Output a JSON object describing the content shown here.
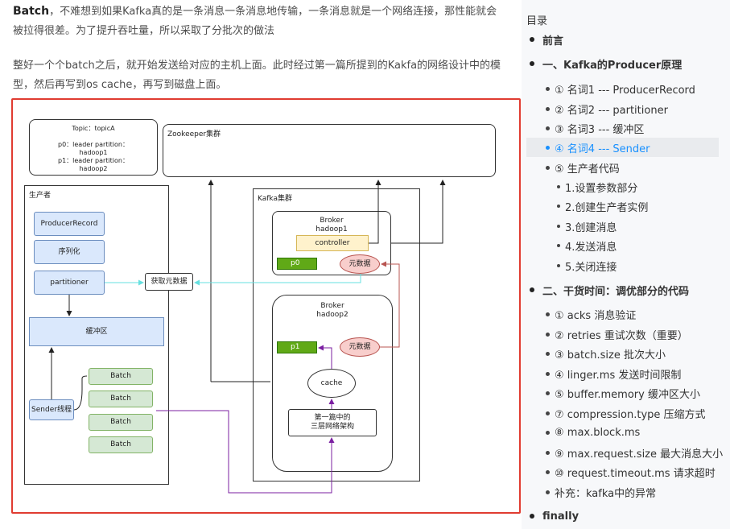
{
  "article": {
    "p1_bold": "Batch",
    "p1_text": "，不难想到如果Kafka真的是一条消息一条消息地传输，一条消息就是一个网络连接，那性能就会被拉得很差。为了提升吞吐量，所以采取了分批次的做法",
    "p2_text": "整好一个个batch之后，就开始发送给对应的主机上面。此时经过第一篇所提到的Kakfa的网络设计中的模型，然后再写到os cache，再写到磁盘上面。"
  },
  "diagram": {
    "topic_lines": [
      "Topic：topicA",
      "",
      "p0：leader partition：",
      "hadoop1",
      "p1：leader partition：",
      "hadoop2"
    ],
    "zookeeper": "Zookeeper集群",
    "producer": "生产者",
    "producer_record": "ProducerRecord",
    "serializer": "序列化",
    "partitioner": "partitioner",
    "fetch_meta": "获取元数据",
    "buffer": "缓冲区",
    "sender": "Sender线程",
    "batch": "Batch",
    "kafka_cluster": "Kafka集群",
    "broker1": "Broker\nhadoop1",
    "broker2": "Broker\nhadoop2",
    "controller": "controller",
    "p0": "p0",
    "p1": "p1",
    "metadata": "元数据",
    "cache": "cache",
    "network": "第一篇中的\n三层网络架构"
  },
  "toc": {
    "title": "目录",
    "items": [
      {
        "level": 1,
        "label": "前言"
      },
      {
        "level": 1,
        "label": "一、Kafka的Producer原理"
      },
      {
        "level": 2,
        "label": "① 名词1 --- ProducerRecord"
      },
      {
        "level": 2,
        "label": "② 名词2 --- partitioner"
      },
      {
        "level": 2,
        "label": "③ 名词3 --- 缓冲区"
      },
      {
        "level": 2,
        "label": "④ 名词4 --- Sender",
        "active": true
      },
      {
        "level": 2,
        "label": "⑤ 生产者代码"
      },
      {
        "level": 3,
        "label": "1.设置参数部分"
      },
      {
        "level": 3,
        "label": "2.创建生产者实例"
      },
      {
        "level": 3,
        "label": "3.创建消息"
      },
      {
        "level": 3,
        "label": "4.发送消息"
      },
      {
        "level": 3,
        "label": "5.关闭连接"
      },
      {
        "level": 1,
        "label": "二、干货时间：调优部分的代码"
      },
      {
        "level": 2,
        "label": "① acks 消息验证"
      },
      {
        "level": 2,
        "label": "② retries 重试次数（重要）"
      },
      {
        "level": 2,
        "label": "③ batch.size 批次大小"
      },
      {
        "level": 2,
        "label": "④ linger.ms 发送时间限制"
      },
      {
        "level": 2,
        "label": "⑤ buffer.memory 缓冲区大小"
      },
      {
        "level": 2,
        "label": "⑦ compression.type 压缩方式"
      },
      {
        "level": 2,
        "label": "⑧ max.block.ms"
      },
      {
        "level": 2,
        "label": "⑨ max.request.size 最大消息大小"
      },
      {
        "level": 2,
        "label": "⑩ request.timeout.ms 请求超时"
      },
      {
        "level": 2,
        "label": "补充：kafka中的异常"
      },
      {
        "level": 1,
        "label": "finally"
      }
    ]
  },
  "colors": {
    "highlight_border": "#e03c31",
    "toc_active": "#1890ff",
    "arrow_cyan": "#66e0e0",
    "arrow_purple": "#7b1fa2",
    "arrow_red": "#b85450"
  }
}
